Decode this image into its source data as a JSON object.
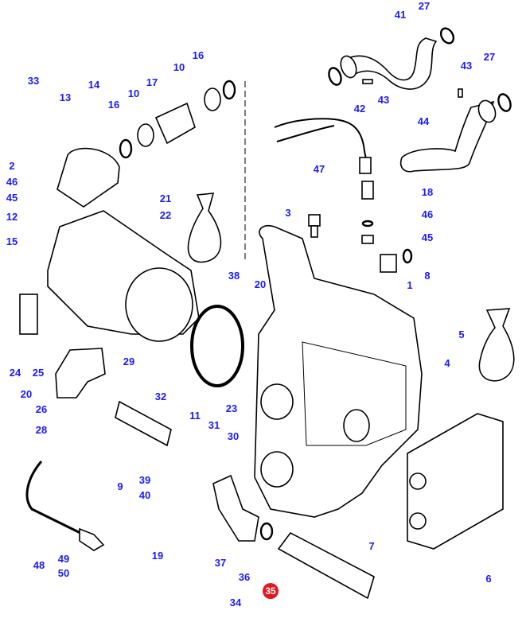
{
  "diagram": {
    "type": "exploded-parts-diagram",
    "label_color": "#1a1aff",
    "highlight_color": "#e8141b",
    "highlighted_part": "35",
    "callouts": [
      {
        "id": "c41",
        "label": "41"
      },
      {
        "id": "c27a",
        "label": "27"
      },
      {
        "id": "c43a",
        "label": "43"
      },
      {
        "id": "c27b",
        "label": "27"
      },
      {
        "id": "c42",
        "label": "42"
      },
      {
        "id": "c43b",
        "label": "43"
      },
      {
        "id": "c44",
        "label": "44"
      },
      {
        "id": "c47",
        "label": "47"
      },
      {
        "id": "c18",
        "label": "18"
      },
      {
        "id": "c46b",
        "label": "46"
      },
      {
        "id": "c45b",
        "label": "45"
      },
      {
        "id": "c8",
        "label": "8"
      },
      {
        "id": "c1",
        "label": "1"
      },
      {
        "id": "c3",
        "label": "3"
      },
      {
        "id": "c5",
        "label": "5"
      },
      {
        "id": "c4",
        "label": "4"
      },
      {
        "id": "c7",
        "label": "7"
      },
      {
        "id": "c6",
        "label": "6"
      },
      {
        "id": "c35",
        "label": "35"
      },
      {
        "id": "c36",
        "label": "36"
      },
      {
        "id": "c34",
        "label": "34"
      },
      {
        "id": "c37",
        "label": "37"
      },
      {
        "id": "c19",
        "label": "19"
      },
      {
        "id": "c33",
        "label": "33"
      },
      {
        "id": "c13",
        "label": "13"
      },
      {
        "id": "c14",
        "label": "14"
      },
      {
        "id": "c16a",
        "label": "16"
      },
      {
        "id": "c10a",
        "label": "10"
      },
      {
        "id": "c17",
        "label": "17"
      },
      {
        "id": "c10b",
        "label": "10"
      },
      {
        "id": "c16b",
        "label": "16"
      },
      {
        "id": "c2",
        "label": "2"
      },
      {
        "id": "c46a",
        "label": "46"
      },
      {
        "id": "c45a",
        "label": "45"
      },
      {
        "id": "c12",
        "label": "12"
      },
      {
        "id": "c15",
        "label": "15"
      },
      {
        "id": "c21",
        "label": "21"
      },
      {
        "id": "c22",
        "label": "22"
      },
      {
        "id": "c38",
        "label": "38"
      },
      {
        "id": "c20a",
        "label": "20"
      },
      {
        "id": "c29",
        "label": "29"
      },
      {
        "id": "c24",
        "label": "24"
      },
      {
        "id": "c25",
        "label": "25"
      },
      {
        "id": "c20b",
        "label": "20"
      },
      {
        "id": "c26",
        "label": "26"
      },
      {
        "id": "c28",
        "label": "28"
      },
      {
        "id": "c32",
        "label": "32"
      },
      {
        "id": "c23",
        "label": "23"
      },
      {
        "id": "c11",
        "label": "11"
      },
      {
        "id": "c31",
        "label": "31"
      },
      {
        "id": "c30",
        "label": "30"
      },
      {
        "id": "c9",
        "label": "9"
      },
      {
        "id": "c39",
        "label": "39"
      },
      {
        "id": "c40",
        "label": "40"
      },
      {
        "id": "c48",
        "label": "48"
      },
      {
        "id": "c49",
        "label": "49"
      },
      {
        "id": "c50",
        "label": "50"
      }
    ]
  }
}
